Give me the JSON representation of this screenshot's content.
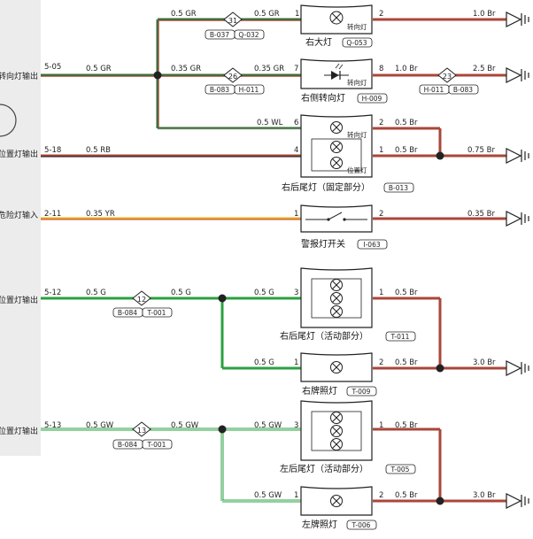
{
  "left_labels": [
    {
      "text": "转向灯输出"
    },
    {
      "text": "位置灯输出"
    },
    {
      "text": "危险灯输入"
    },
    {
      "text": "位置灯输出"
    },
    {
      "text": "位置灯输出"
    }
  ],
  "pins": [
    "5-05",
    "5-18",
    "2-11",
    "5-12",
    "5-13"
  ],
  "wires": {
    "w1": "0.5 GR",
    "w2": "0.5 GR",
    "w3": "0.35 GR",
    "w4": "0.35 GR",
    "w5": "0.5 WL",
    "w6": "0.5 RB",
    "w7": "0.35 YR",
    "w8": "0.5 G",
    "w9": "0.5 G",
    "w10": "0.5 G",
    "w11": "0.5 G",
    "w12": "0.5 GW",
    "w13": "0.5 GW",
    "w14": "0.5 GW",
    "w15": "0.5 GW",
    "r1": "1.0 Br",
    "r2": "1.0 Br",
    "r3": "2.5 Br",
    "r4": "0.5 Br",
    "r5": "0.5 Br",
    "r6": "0.75 Br",
    "r7": "0.35 Br",
    "r8": "0.5 Br",
    "r9": "0.5 Br",
    "r10": "3.0 Br",
    "r11": "0.5 Br",
    "r12": "0.5 Br",
    "r13": "3.0 Br"
  },
  "connectors": [
    {
      "num": "31",
      "left": "B-037",
      "right": "Q-032"
    },
    {
      "num": "26",
      "left": "B-083",
      "right": "H-011"
    },
    {
      "num": "23",
      "left": "H-011",
      "right": "B-083"
    },
    {
      "num": "12",
      "left": "B-084",
      "right": "T-001"
    },
    {
      "num": "13",
      "left": "B-084",
      "right": "T-001"
    }
  ],
  "components": [
    {
      "name": "右大灯",
      "code": "Q-053",
      "inner": "转向灯"
    },
    {
      "name": "右侧转向灯",
      "code": "H-009",
      "inner": "转向灯"
    },
    {
      "name": "右后尾灯（固定部分）",
      "code": "B-013",
      "inner": "转向灯",
      "inner2": "位置灯"
    },
    {
      "name": "警报灯开关",
      "code": "I-063"
    },
    {
      "name": "右后尾灯（活动部分）",
      "code": "T-011"
    },
    {
      "name": "右牌照灯",
      "code": "T-009"
    },
    {
      "name": "左后尾灯（活动部分）",
      "code": "T-005"
    },
    {
      "name": "左牌照灯",
      "code": "T-006"
    }
  ],
  "terminals": [
    "1",
    "2",
    "7",
    "8",
    "6",
    "2",
    "4",
    "1",
    "1",
    "2",
    "3",
    "1",
    "1",
    "2",
    "3",
    "1",
    "1",
    "2"
  ],
  "icons": {
    "ground": "ground-icon",
    "lamp": "lamp-icon",
    "led": "led-icon",
    "switch": "switch-icon"
  },
  "colors": {
    "gr": "#3c6e3a",
    "gr_red": "#b04a3a",
    "green": "#2aa040",
    "brown": "#a9463a",
    "yellow": "#e8b020",
    "gray": "#777777",
    "panel": "#ececec"
  }
}
